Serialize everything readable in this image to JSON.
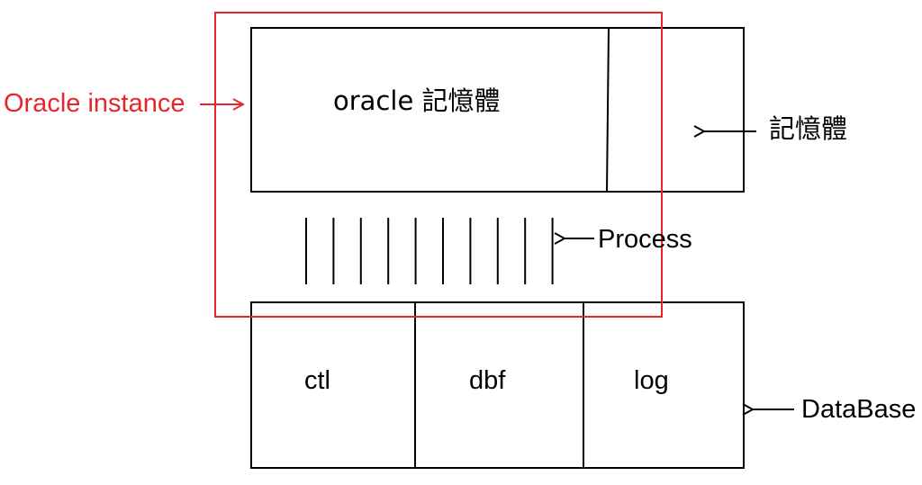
{
  "colors": {
    "ink": "#000000",
    "highlight": "#e8262a",
    "background": "#ffffff"
  },
  "labels": {
    "oracle_instance": "Oracle instance",
    "oracle_memory": "oracle 記憶體",
    "memory": "記憶體",
    "process": "Process",
    "database": "DataBase"
  },
  "files": [
    "ctl",
    "dbf",
    "log"
  ],
  "process_line_count": 10
}
